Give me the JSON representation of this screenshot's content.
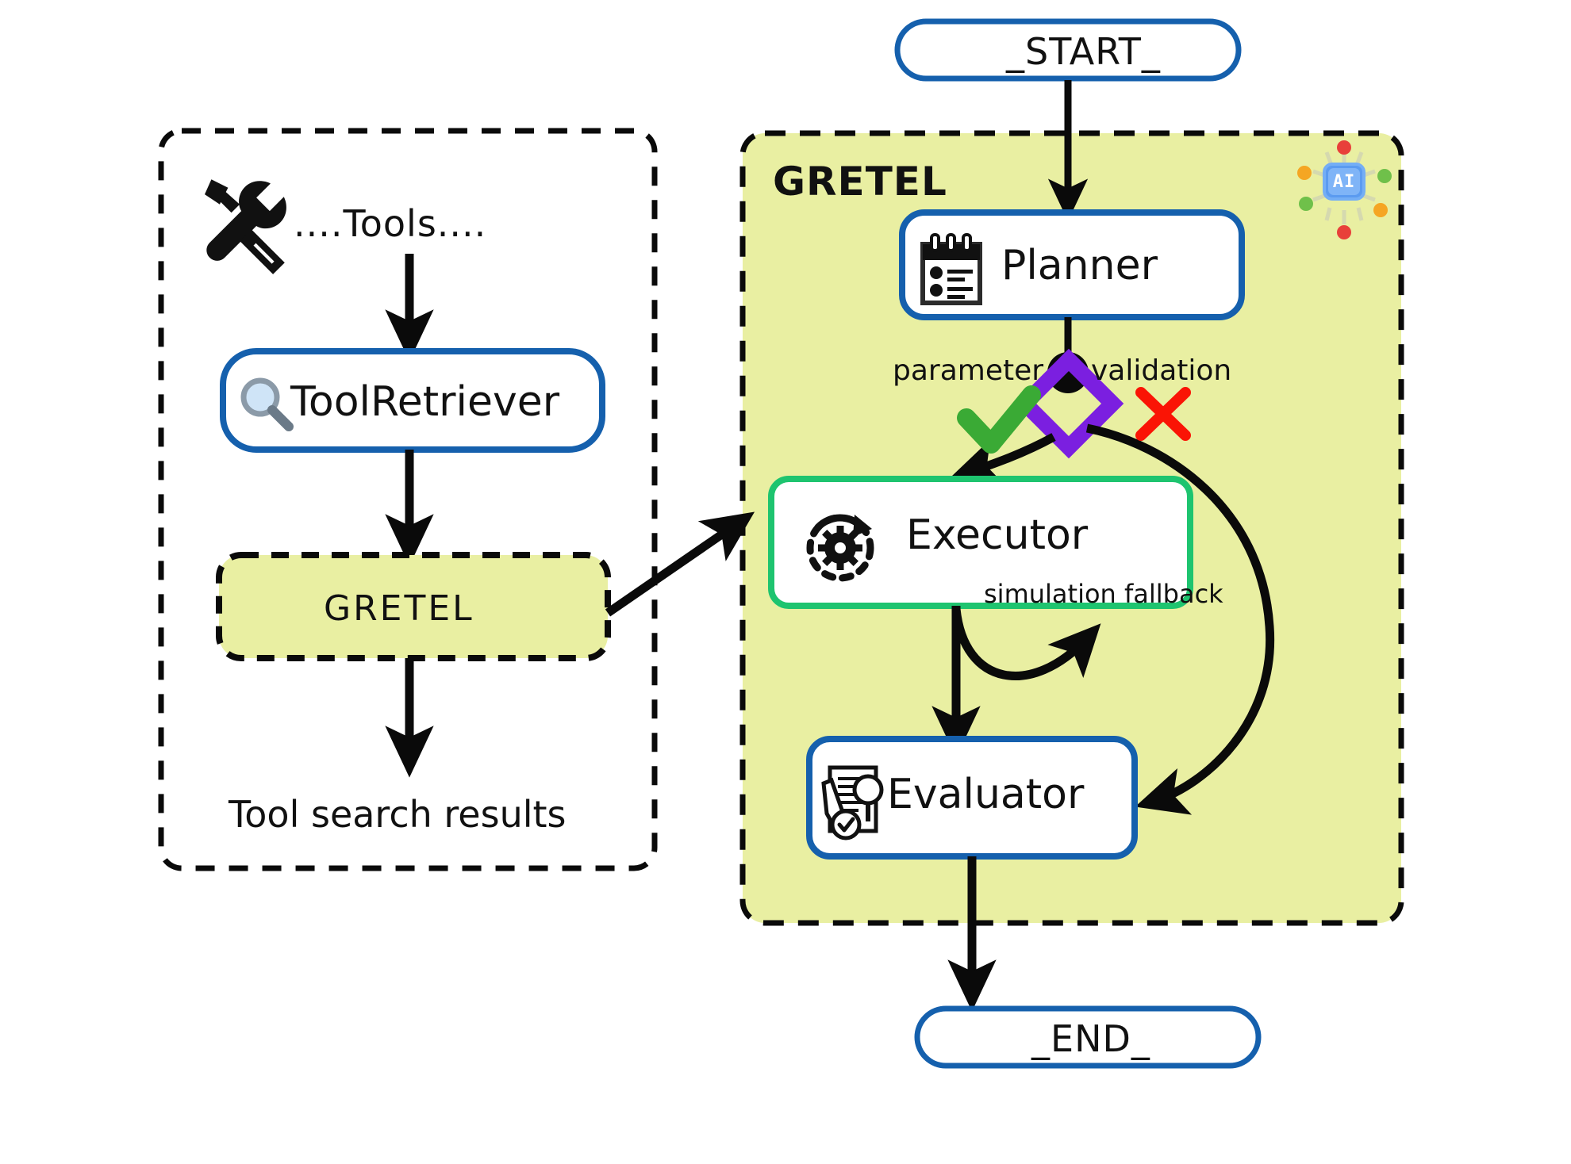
{
  "diagram": {
    "title_visible": false,
    "background": "#ffffff"
  },
  "colors": {
    "panel_fill": "#e9efa2",
    "node_blue_border": "#1560ad",
    "node_green_border": "#1ec46f",
    "diamond_purple": "#7b1fe0",
    "check_green": "#3aaa35",
    "cross_red": "#fa1405",
    "edge_black": "#0a0a0a",
    "text_black": "#111111",
    "ai_chip_blue": "#5b9bf0",
    "dot_red": "#e8403a",
    "dot_orange": "#f5a623",
    "dot_green": "#6fc04a",
    "node_white": "#ffffff"
  },
  "start_node": {
    "label": "_START_",
    "shape": "stadium",
    "border_color": "#1560ad"
  },
  "end_node": {
    "label": "_END_",
    "shape": "stadium",
    "border_color": "#1560ad"
  },
  "left_panel": {
    "name": "tool-subgraph",
    "border_style": "dashed",
    "border_color": "#0a0a0a",
    "fill": "#ffffff",
    "tools_label": "....Tools....",
    "tools_icon": "hammer-wrench-icon",
    "nodes": [
      {
        "id": "tool-retriever",
        "label": "ToolRetriever",
        "icon": "magnifier-icon",
        "border_color": "#1560ad",
        "fill": "#ffffff"
      },
      {
        "id": "gretel-box",
        "label": "GRETEL",
        "border_color": "#0a0a0a",
        "border_style": "dashed",
        "fill": "#e9efa2"
      }
    ],
    "output_label": "Tool search results"
  },
  "gretel_panel": {
    "name": "gretel-subgraph",
    "title": "GRETEL",
    "fill": "#e9efa2",
    "border_style": "dashed",
    "border_color": "#0a0a0a",
    "badge": {
      "icon": "ai-chip-icon",
      "label": "AI"
    },
    "nodes": [
      {
        "id": "planner",
        "label": "Planner",
        "icon": "clipboard-list-icon",
        "border_color": "#1560ad",
        "fill": "#ffffff"
      },
      {
        "id": "executor",
        "label": "Executor",
        "icon": "gear-refresh-icon",
        "border_color": "#1ec46f",
        "fill": "#ffffff",
        "sub_label": "simulation fallback"
      },
      {
        "id": "evaluator",
        "label": "Evaluator",
        "icon": "document-review-icon",
        "border_color": "#1560ad",
        "fill": "#ffffff"
      }
    ],
    "decision": {
      "id": "parameter-validation",
      "label": "parameter validation",
      "shape": "diamond",
      "color": "#7b1fe0",
      "branches": [
        {
          "marker": "check-icon",
          "color": "#3aaa35",
          "target": "executor"
        },
        {
          "marker": "cross-icon",
          "color": "#fa1405",
          "target": "evaluator"
        }
      ]
    }
  },
  "edges": [
    {
      "from": "_START_",
      "to": "planner"
    },
    {
      "from": "planner",
      "to": "parameter-validation"
    },
    {
      "from": "parameter-validation",
      "to": "executor",
      "label": "check"
    },
    {
      "from": "parameter-validation",
      "to": "evaluator",
      "label": "cross"
    },
    {
      "from": "executor",
      "to": "executor",
      "label": "simulation fallback"
    },
    {
      "from": "executor",
      "to": "evaluator"
    },
    {
      "from": "evaluator",
      "to": "_END_"
    },
    {
      "from": "tools",
      "to": "tool-retriever"
    },
    {
      "from": "tool-retriever",
      "to": "gretel-box"
    },
    {
      "from": "gretel-box",
      "to": "tool-search-results"
    },
    {
      "from": "gretel-box",
      "to": "executor"
    }
  ]
}
